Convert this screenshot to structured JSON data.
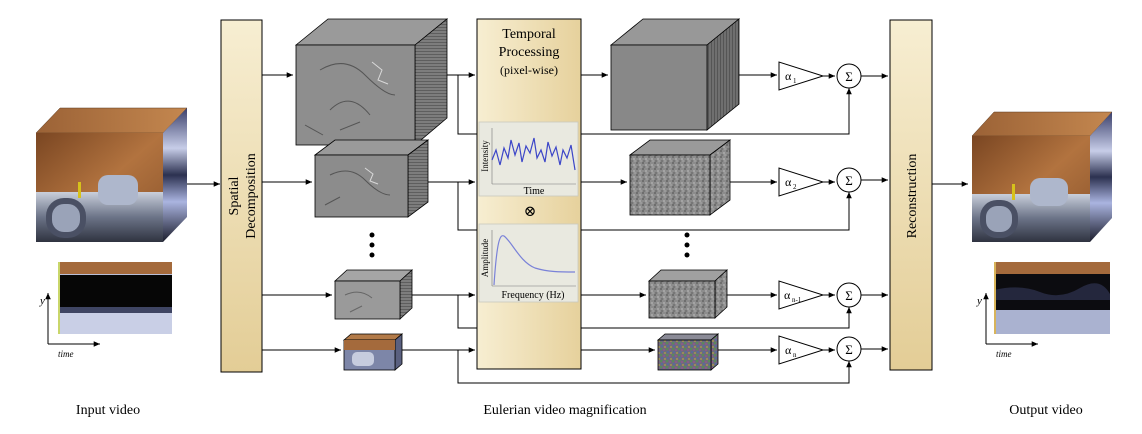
{
  "panels": {
    "spatial_decomposition": {
      "line1": "Spatial",
      "line2": "Decomposition"
    },
    "temporal_processing": {
      "line1": "Temporal",
      "line2": "Processing",
      "line3": "(pixel-wise)"
    },
    "reconstruction": {
      "label": "Reconstruction"
    }
  },
  "plots": {
    "intensity": {
      "ylabel": "Intensity",
      "xlabel": "Time"
    },
    "amplitude": {
      "ylabel": "Amplitude",
      "xlabel": "Frequency (Hz)"
    },
    "operator": "⊗"
  },
  "amplifiers": {
    "a1": {
      "base": "α",
      "sub": "1"
    },
    "a2": {
      "base": "α",
      "sub": "2"
    },
    "an1": {
      "base": "α",
      "sub": "n-1"
    },
    "an": {
      "base": "α",
      "sub": "n"
    }
  },
  "sum_symbol": "Σ",
  "ellipsis": "⋮",
  "slice_axes": {
    "input": {
      "y": "y",
      "x": "time"
    },
    "output": {
      "y": "y",
      "x": "time"
    }
  },
  "captions": {
    "input": "Input video",
    "middle": "Eulerian video magnification",
    "output": "Output video"
  },
  "colors": {
    "panel_top": "#f6eccd",
    "panel_bottom": "#e6d19c",
    "cube_gray": "#8a8a8a",
    "wood": "#a96a3a",
    "curve_blue": "#3c46c8",
    "amp_curve": "#7a82d8"
  }
}
